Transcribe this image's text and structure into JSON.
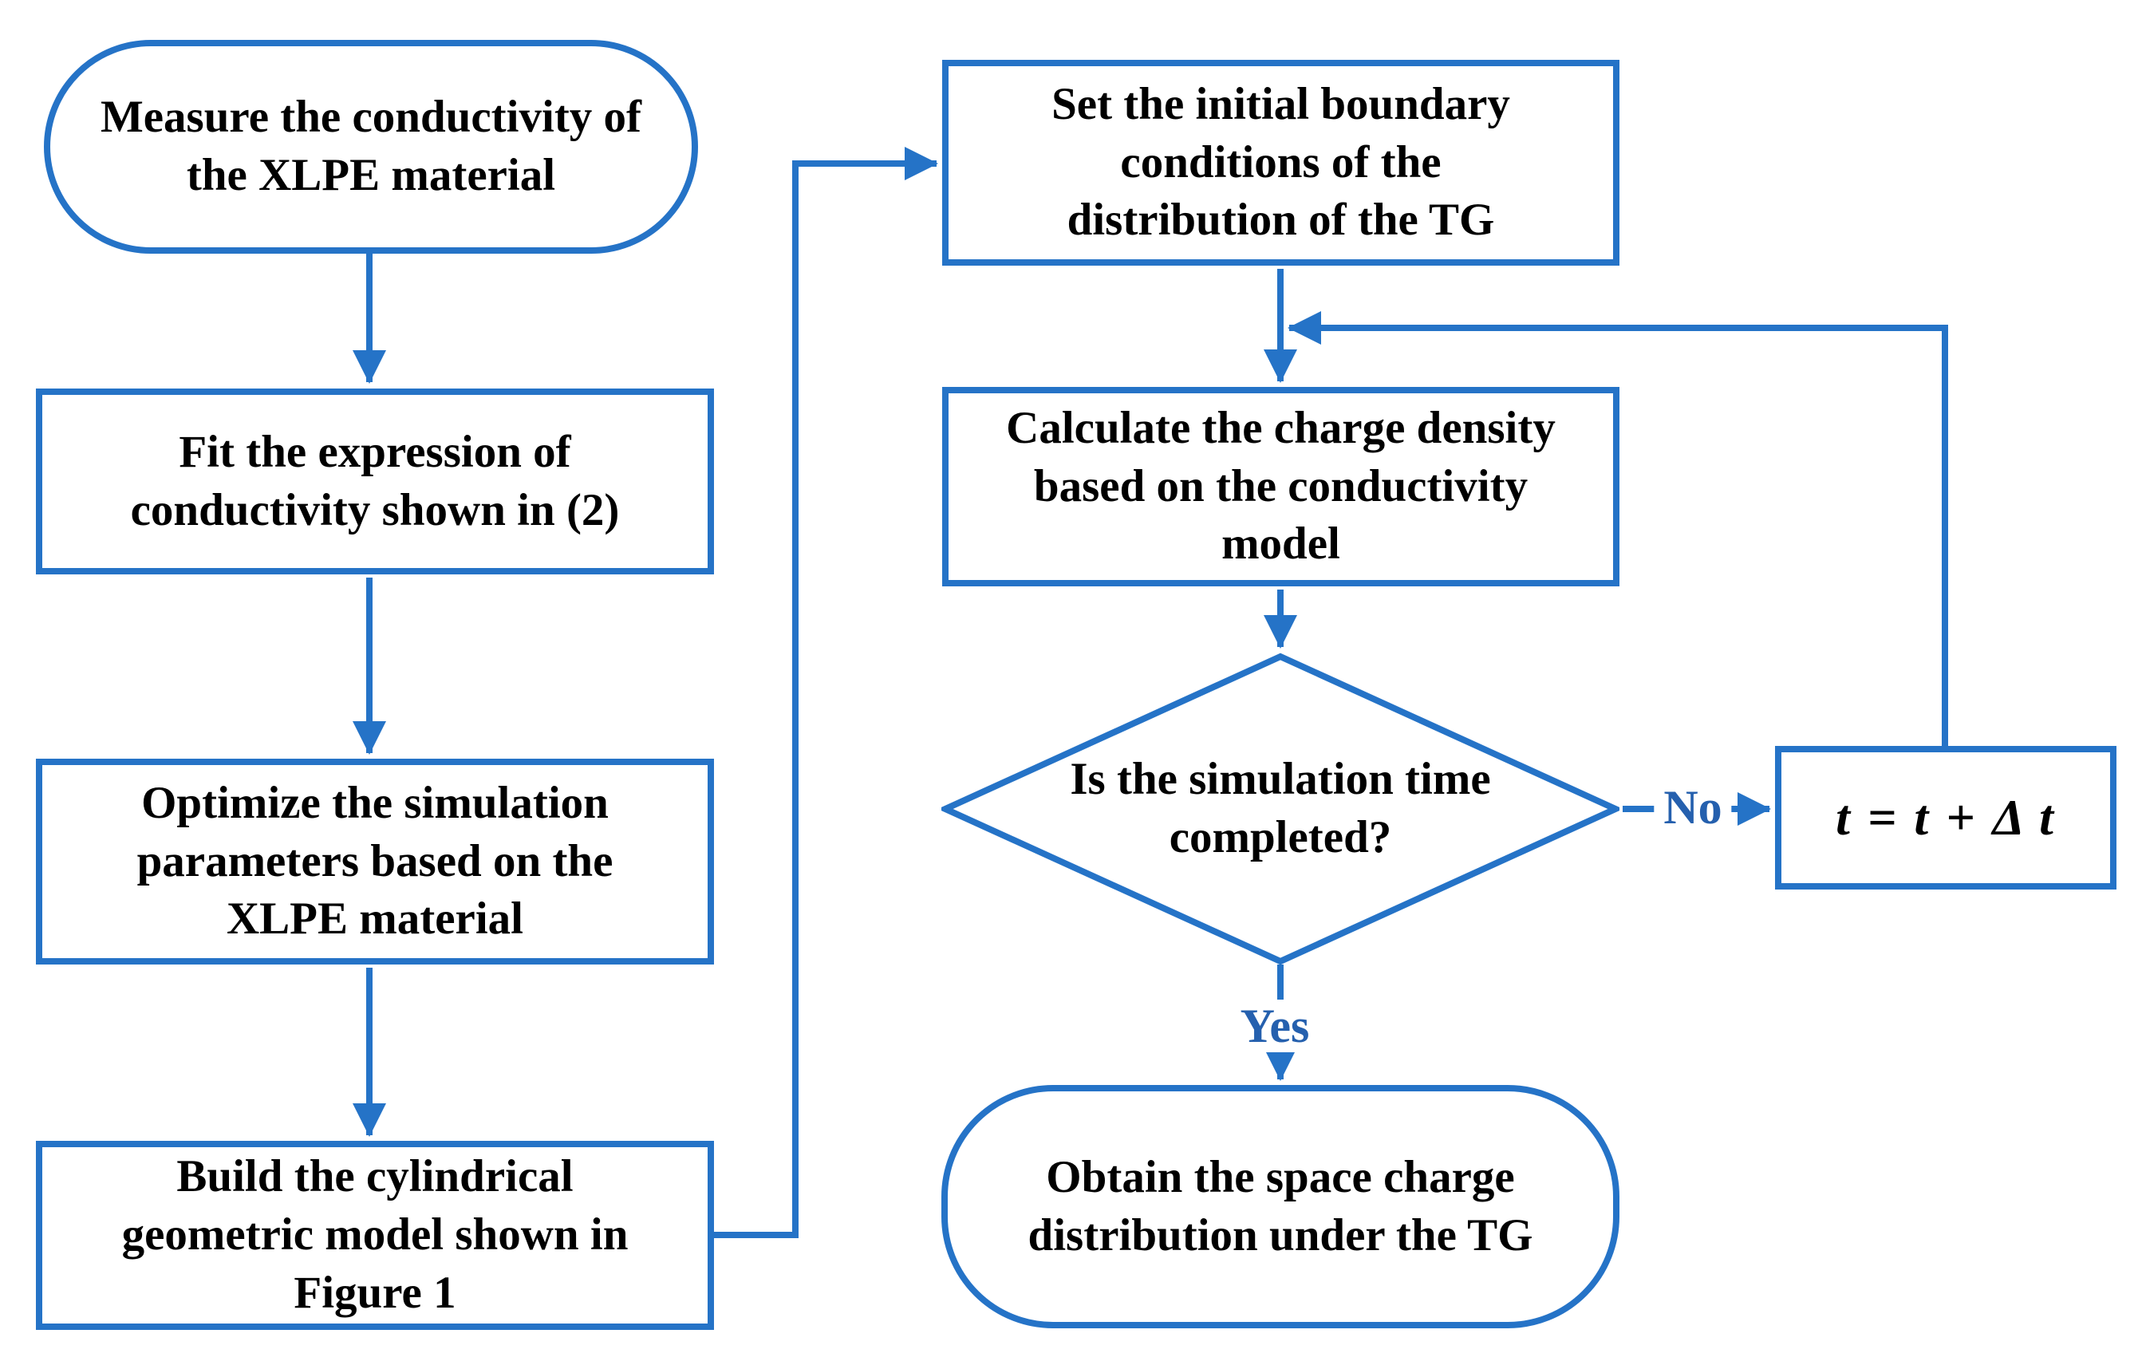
{
  "figure": {
    "type": "flowchart",
    "colors": {
      "accent": "#2573C7",
      "label_text": "#2560AE",
      "node_text": "#000000",
      "background": "#FFFFFF"
    },
    "nodes": [
      {
        "id": "measure",
        "shape": "stadium",
        "label": "Measure the conductivity of\nthe XLPE material"
      },
      {
        "id": "fit",
        "shape": "rect",
        "label": "Fit the expression of\nconductivity shown in (2)"
      },
      {
        "id": "optimize",
        "shape": "rect",
        "label": "Optimize the simulation\nparameters based on the\nXLPE material"
      },
      {
        "id": "build",
        "shape": "rect",
        "label": "Build the cylindrical\ngeometric model shown in\nFigure 1"
      },
      {
        "id": "set_boundary",
        "shape": "rect",
        "label": "Set the initial boundary\nconditions of the\ndistribution of the TG"
      },
      {
        "id": "calculate",
        "shape": "rect",
        "label": "Calculate the  charge density\nbased on the conductivity\nmodel"
      },
      {
        "id": "decision",
        "shape": "diamond",
        "label": "Is the simulation time\ncompleted?"
      },
      {
        "id": "increment",
        "shape": "rect",
        "label": "t = t + Δ t"
      },
      {
        "id": "obtain",
        "shape": "stadium",
        "label": "Obtain the space charge\ndistribution under the TG"
      }
    ],
    "edges": [
      {
        "from": "measure",
        "to": "fit",
        "label": ""
      },
      {
        "from": "fit",
        "to": "optimize",
        "label": ""
      },
      {
        "from": "optimize",
        "to": "build",
        "label": ""
      },
      {
        "from": "build",
        "to": "set_boundary",
        "label": ""
      },
      {
        "from": "set_boundary",
        "to": "calculate",
        "label": ""
      },
      {
        "from": "calculate",
        "to": "decision",
        "label": ""
      },
      {
        "from": "decision",
        "to": "increment",
        "label": "No"
      },
      {
        "from": "decision",
        "to": "obtain",
        "label": "Yes"
      },
      {
        "from": "increment",
        "to": "calculate",
        "label": "",
        "note": "feedback loop rejoining line between set_boundary and calculate"
      }
    ]
  }
}
